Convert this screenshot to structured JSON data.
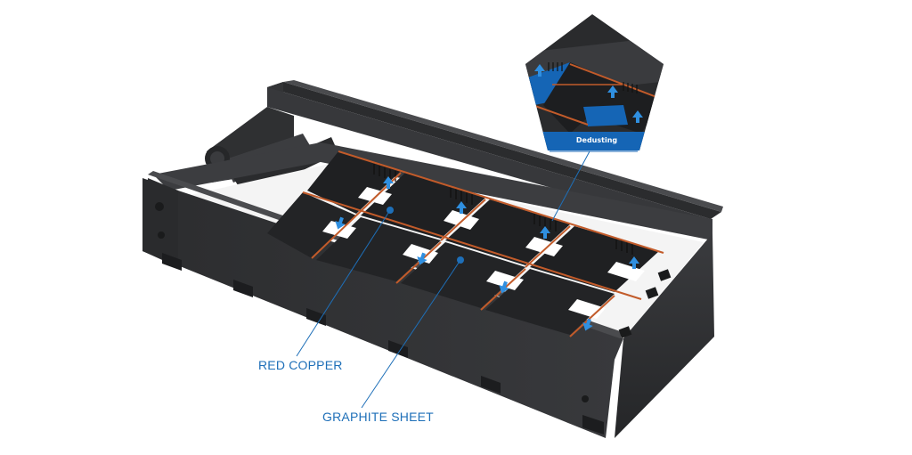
{
  "callouts": {
    "red_copper": "RED COPPER",
    "graphite_sheet": "GRAPHITE SHEET",
    "dedusting": "Dedusting"
  },
  "colors": {
    "frame": "#2e2f31",
    "frame_top": "#3b3c3f",
    "copper": "#c25b2a",
    "accent": "#1e6fb8",
    "arrow": "#2f8fe0",
    "inset_panel": "#1565b5"
  },
  "icons": {
    "airflow_arrow": "arrow-up-icon",
    "leader_dot": "dot-icon"
  }
}
